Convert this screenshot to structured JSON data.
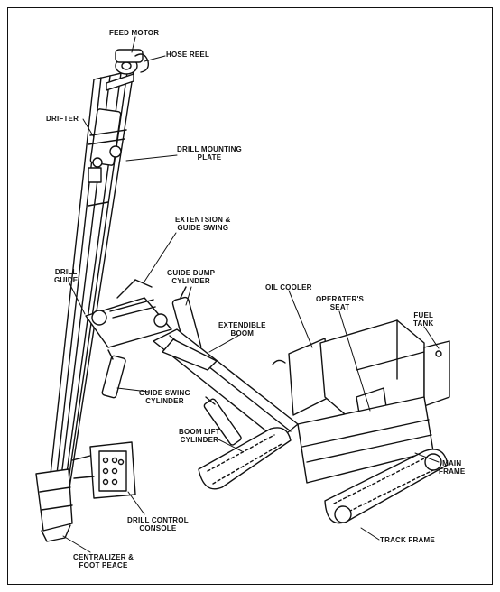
{
  "labels": {
    "feed_motor": "FEED MOTOR",
    "hose_reel": "HOSE REEL",
    "drifter": "DRIFTER",
    "drill_mounting_plate": "DRILL MOUNTING\nPLATE",
    "extension_guide_swing": "EXTENTSION &\nGUIDE SWING",
    "drill_guide": "DRILL\nGUIDE",
    "guide_dump_cylinder": "GUIDE DUMP\nCYLINDER",
    "oil_cooler": "OIL COOLER",
    "operators_seat": "OPERATER'S\nSEAT",
    "fuel_tank": "FUEL\nTANK",
    "extendible_boom": "EXTENDIBLE\nBOOM",
    "guide_swing_cylinder": "GUIDE SWING\nCYLINDER",
    "boom_lift_cylinder": "BOOM LIFT\nCYLINDER",
    "main_frame": "MAIN\nFRAME",
    "drill_control_console": "DRILL CONTROL\nCONSOLE",
    "track_frame": "TRACK FRAME",
    "centralizer_foot_piece": "CENTRALIZER &\nFOOT PEACE"
  },
  "colors": {
    "ink": "#111111",
    "paper": "#ffffff"
  }
}
